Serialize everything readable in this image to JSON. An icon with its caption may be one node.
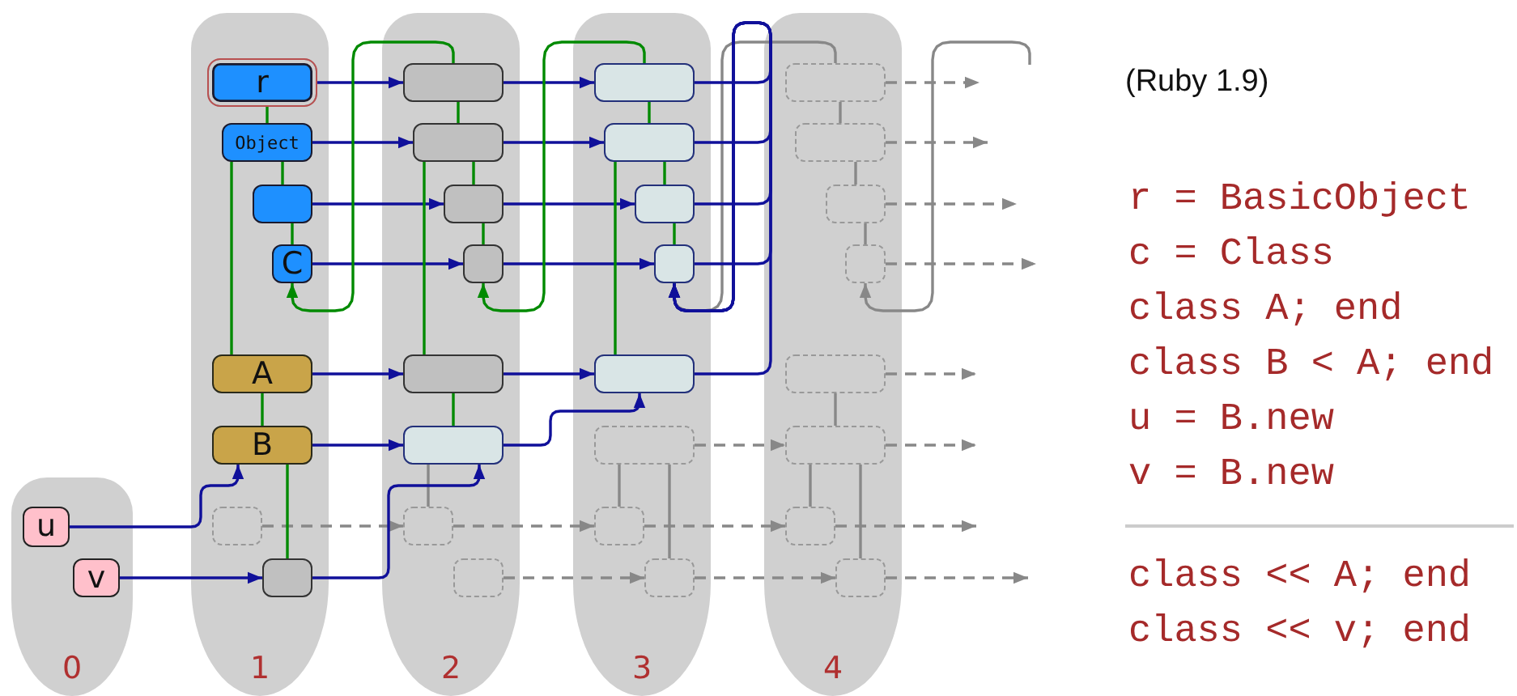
{
  "diagram": {
    "nodes": [
      {
        "text": [
          "0"
        ]
      },
      {
        "text": [
          "u"
        ],
        "in": 0
      },
      {
        "text": [
          "v"
        ],
        "in": 0
      },
      {
        "text": [
          "1"
        ]
      },
      {
        "text": [
          "r"
        ],
        "in": 3
      },
      {
        "text": [
          "Object"
        ],
        "in": 3
      },
      {
        "text": [],
        "shape": "box",
        "in": 3
      },
      {
        "text": [
          "C"
        ],
        "in": 3
      },
      {
        "text": [
          "A"
        ],
        "in": 3
      },
      {
        "text": [
          "B"
        ],
        "in": 3
      },
      {
        "text": [],
        "shape": "box",
        "in": 3
      },
      {
        "text": [],
        "shape": "box",
        "in": 3
      },
      {
        "text": [
          "2"
        ]
      },
      {
        "text": [],
        "shape": "box",
        "in": 12
      },
      {
        "text": [],
        "shape": "box",
        "in": 12
      },
      {
        "text": [],
        "shape": "box",
        "in": 12
      },
      {
        "text": [],
        "shape": "box",
        "in": 12
      },
      {
        "text": [],
        "shape": "box",
        "in": 12
      },
      {
        "text": [],
        "shape": "box",
        "in": 12
      },
      {
        "text": [],
        "shape": "box",
        "in": 12
      },
      {
        "text": [],
        "shape": "box",
        "in": 12
      },
      {
        "text": [
          "3"
        ]
      },
      {
        "text": [],
        "shape": "box",
        "in": 21
      },
      {
        "text": [],
        "shape": "box",
        "in": 21
      },
      {
        "text": [],
        "shape": "box",
        "in": 21
      },
      {
        "text": [],
        "shape": "box",
        "in": 21
      },
      {
        "text": [],
        "shape": "box",
        "in": 21
      },
      {
        "text": [],
        "shape": "box",
        "in": 21
      },
      {
        "text": [],
        "shape": "box",
        "in": 21
      },
      {
        "text": [],
        "shape": "box",
        "in": 21
      },
      {
        "text": [
          "4"
        ]
      },
      {
        "text": [],
        "shape": "box",
        "in": 30
      },
      {
        "text": [],
        "shape": "box",
        "in": 30
      },
      {
        "text": [],
        "shape": "box",
        "in": 30
      },
      {
        "text": [],
        "shape": "box",
        "in": 30
      },
      {
        "text": [],
        "shape": "box",
        "in": 30
      },
      {
        "text": [],
        "shape": "box",
        "in": 30
      },
      {
        "text": [],
        "shape": "box",
        "in": 30
      },
      {
        "text": [],
        "shape": "box",
        "in": 30
      }
    ],
    "edges": [
      {
        "from": 1,
        "to": 9,
        "arrow": "to",
        "color": "#10109a"
      },
      {
        "from": 2,
        "to": 11,
        "arrow": "to",
        "color": "#10109a"
      },
      {
        "from": 4,
        "to": 13,
        "arrow": "to",
        "color": "#10109a"
      },
      {
        "from": 5,
        "to": 14,
        "arrow": "to",
        "color": "#10109a"
      },
      {
        "from": 6,
        "to": 15,
        "arrow": "to",
        "color": "#10109a"
      },
      {
        "from": 7,
        "to": 16,
        "arrow": "to",
        "color": "#10109a"
      },
      {
        "from": 8,
        "to": 17,
        "arrow": "to",
        "color": "#10109a"
      },
      {
        "from": 9,
        "to": 18,
        "arrow": "to",
        "color": "#10109a"
      },
      {
        "from": 11,
        "to": 18,
        "arrow": "to",
        "color": "#10109a"
      },
      {
        "from": 13,
        "to": 22,
        "arrow": "to",
        "color": "#10109a"
      },
      {
        "from": 14,
        "to": 23,
        "arrow": "to",
        "color": "#10109a"
      },
      {
        "from": 15,
        "to": 24,
        "arrow": "to",
        "color": "#10109a"
      },
      {
        "from": 16,
        "to": 25,
        "arrow": "to",
        "color": "#10109a"
      },
      {
        "from": 17,
        "to": 26,
        "arrow": "to",
        "color": "#10109a"
      },
      {
        "from": 18,
        "to": 26,
        "arrow": "to",
        "color": "#10109a"
      },
      {
        "from": 22,
        "to": 25,
        "arrow": "to",
        "color": "#10109a"
      },
      {
        "from": 23,
        "to": 25,
        "arrow": "to",
        "color": "#10109a"
      },
      {
        "from": 24,
        "to": 25,
        "arrow": "to",
        "color": "#10109a"
      },
      {
        "from": 25,
        "to": 25,
        "arrow": "to",
        "color": "#10109a"
      },
      {
        "from": 26,
        "to": 25,
        "arrow": "to",
        "color": "#10109a"
      },
      {
        "from": 4,
        "to": 5,
        "arrow": "none",
        "color": "#008a00"
      },
      {
        "from": 5,
        "to": 6,
        "arrow": "none",
        "color": "#008a00"
      },
      {
        "from": 6,
        "to": 7,
        "arrow": "none",
        "color": "#008a00"
      },
      {
        "from": 5,
        "to": 8,
        "arrow": "none",
        "color": "#008a00"
      },
      {
        "from": 8,
        "to": 9,
        "arrow": "none",
        "color": "#008a00"
      },
      {
        "from": 9,
        "to": 11,
        "arrow": "none",
        "color": "#008a00"
      },
      {
        "from": 13,
        "to": 14,
        "arrow": "none",
        "color": "#008a00"
      },
      {
        "from": 14,
        "to": 15,
        "arrow": "none",
        "color": "#008a00"
      },
      {
        "from": 15,
        "to": 16,
        "arrow": "none",
        "color": "#008a00"
      },
      {
        "from": 14,
        "to": 17,
        "arrow": "none",
        "color": "#008a00"
      },
      {
        "from": 17,
        "to": 18,
        "arrow": "none",
        "color": "#008a00"
      },
      {
        "from": 22,
        "to": 23,
        "arrow": "none",
        "color": "#008a00"
      },
      {
        "from": 23,
        "to": 24,
        "arrow": "none",
        "color": "#008a00"
      },
      {
        "from": 24,
        "to": 25,
        "arrow": "none",
        "color": "#008a00"
      },
      {
        "from": 23,
        "to": 26,
        "arrow": "none",
        "color": "#008a00"
      },
      {
        "from": 13,
        "to": 7,
        "arrow": "to",
        "color": "#008a00"
      },
      {
        "from": 22,
        "to": 16,
        "arrow": "to",
        "color": "#008a00"
      },
      {
        "from": 18,
        "to": 19,
        "arrow": "none"
      },
      {
        "from": 27,
        "to": 28,
        "arrow": "none"
      },
      {
        "from": 27,
        "to": 29,
        "arrow": "none"
      },
      {
        "from": 31,
        "to": 32,
        "arrow": "none"
      },
      {
        "from": 32,
        "to": 33,
        "arrow": "none"
      },
      {
        "from": 33,
        "to": 34,
        "arrow": "none"
      },
      {
        "from": 35,
        "to": 36,
        "arrow": "none"
      },
      {
        "from": 36,
        "to": 37,
        "arrow": "none"
      },
      {
        "from": 36,
        "to": 38,
        "arrow": "none"
      },
      {
        "from": 31,
        "to": 25,
        "arrow": "to"
      },
      {
        "from": null,
        "to": 34,
        "arrow": "to"
      },
      {
        "from": 10,
        "to": 19,
        "arrow": "to",
        "style": "dashed"
      },
      {
        "from": 19,
        "to": 28,
        "arrow": "to",
        "style": "dashed"
      },
      {
        "from": 28,
        "to": 37,
        "arrow": "to",
        "style": "dashed"
      },
      {
        "from": 20,
        "to": 29,
        "arrow": "to",
        "style": "dashed"
      },
      {
        "from": 29,
        "to": 38,
        "arrow": "to",
        "style": "dashed"
      },
      {
        "from": 27,
        "to": 36,
        "arrow": "to",
        "style": "dashed"
      },
      {
        "from": 31,
        "to": null,
        "arrow": "to",
        "style": "dashed"
      },
      {
        "from": 32,
        "to": null,
        "arrow": "to",
        "style": "dashed"
      },
      {
        "from": 33,
        "to": null,
        "arrow": "to",
        "style": "dashed"
      },
      {
        "from": 34,
        "to": null,
        "arrow": "to",
        "style": "dashed"
      },
      {
        "from": 35,
        "to": null,
        "arrow": "to",
        "style": "dashed"
      },
      {
        "from": 36,
        "to": null,
        "arrow": "to",
        "style": "dashed"
      },
      {
        "from": 37,
        "to": null,
        "arrow": "to",
        "style": "dashed"
      },
      {
        "from": 38,
        "to": null,
        "arrow": "to",
        "style": "dashed"
      }
    ],
    "labels": [
      "(Ruby 1.9)",
      "r = BasicObject",
      "c = Class",
      "class A; end",
      "class B < A; end",
      "u = B.new",
      "v = B.new",
      "class << A; end",
      "class << v; end"
    ]
  }
}
